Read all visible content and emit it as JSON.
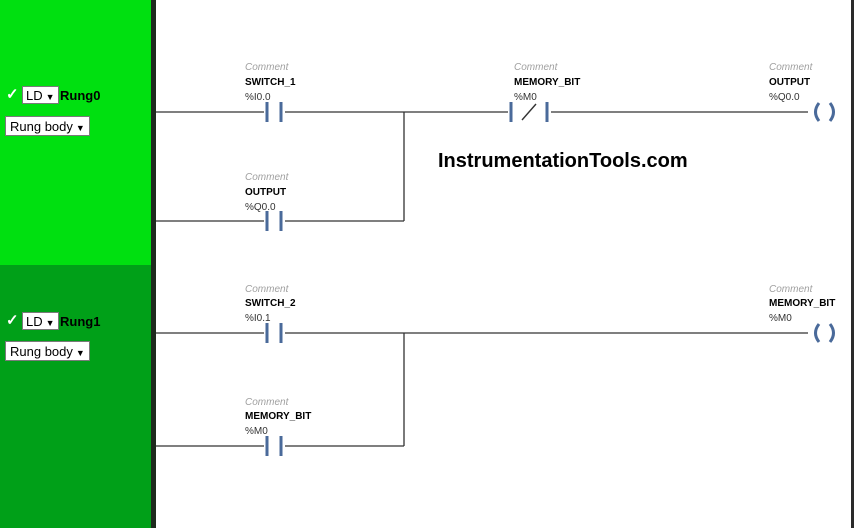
{
  "rungs": [
    {
      "check_mark": "✓",
      "lang_select": "LD",
      "name": "Rung0",
      "section_select": "Rung body",
      "contacts": [
        {
          "comment": "Comment",
          "variable": "SWITCH_1",
          "address": "%I0.0",
          "type": "normally-open"
        },
        {
          "comment": "Comment",
          "variable": "MEMORY_BIT",
          "address": "%M0",
          "type": "normally-closed"
        },
        {
          "comment": "Comment",
          "variable": "OUTPUT",
          "address": "%Q0.0",
          "type": "normally-open"
        }
      ],
      "coil": {
        "comment": "Comment",
        "variable": "OUTPUT",
        "address": "%Q0.0",
        "symbol": "( )"
      }
    },
    {
      "check_mark": "✓",
      "lang_select": "LD",
      "name": "Rung1",
      "section_select": "Rung body",
      "contacts": [
        {
          "comment": "Comment",
          "variable": "SWITCH_2",
          "address": "%I0.1",
          "type": "normally-open"
        },
        {
          "comment": "Comment",
          "variable": "MEMORY_BIT",
          "address": "%M0",
          "type": "normally-open"
        }
      ],
      "coil": {
        "comment": "Comment",
        "variable": "MEMORY_BIT",
        "address": "%M0",
        "symbol": "( )"
      }
    }
  ],
  "watermark": "InstrumentationTools.com",
  "colors": {
    "rung0_panel": "#00e010",
    "rung1_panel": "#00a018",
    "contact_blue": "#4a6a9a",
    "wire": "#333333"
  },
  "icons": {
    "check": "check-icon",
    "dropdown": "caret-down-icon"
  }
}
